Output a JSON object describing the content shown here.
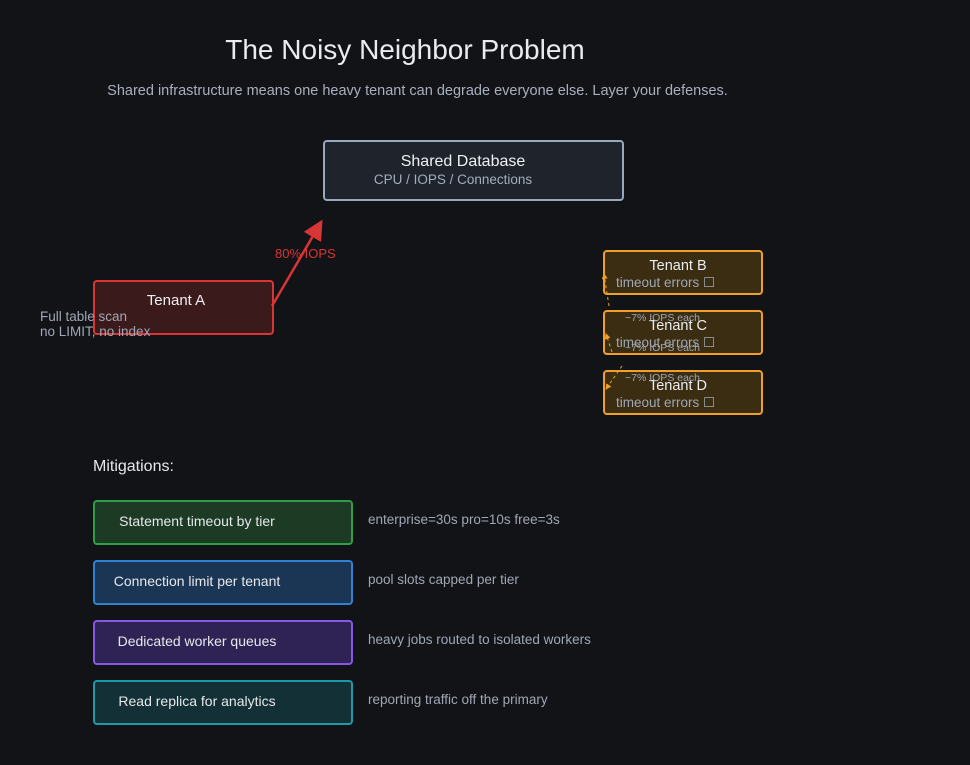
{
  "title": "The Noisy Neighbor Problem",
  "subtitle": "Shared infrastructure means one heavy tenant can degrade everyone else. Layer your defenses.",
  "database": {
    "title": "Shared Database",
    "subtitle": "CPU / IOPS / Connections"
  },
  "tenant_a": {
    "title": "Tenant A",
    "note_line1": "Full table scan",
    "note_line2": "no LIMIT, no index",
    "iops_label": "80% IOPS"
  },
  "other_tenants": [
    {
      "title": "Tenant B",
      "status": "timeout errors ☐"
    },
    {
      "title": "Tenant C",
      "status": "timeout errors ☐"
    },
    {
      "title": "Tenant D",
      "status": "timeout errors ☐"
    }
  ],
  "iops_each_label": "~7% IOPS each",
  "mitigations": {
    "heading": "Mitigations:",
    "items": [
      {
        "label": "Statement timeout by tier",
        "description": "enterprise=30s  pro=10s  free=3s"
      },
      {
        "label": "Connection limit per tenant",
        "description": "pool slots capped per tier"
      },
      {
        "label": "Dedicated worker queues",
        "description": "heavy jobs routed to isolated workers"
      },
      {
        "label": "Read replica for analytics",
        "description": "reporting traffic off the primary"
      }
    ]
  },
  "colors": {
    "noisy_tenant": "#d93535",
    "affected_tenant": "#f0a028",
    "mitigation_timeout": "#2ea043",
    "mitigation_connections": "#2f81d7",
    "mitigation_workers": "#8957e5",
    "mitigation_replica": "#1b9aaa"
  }
}
